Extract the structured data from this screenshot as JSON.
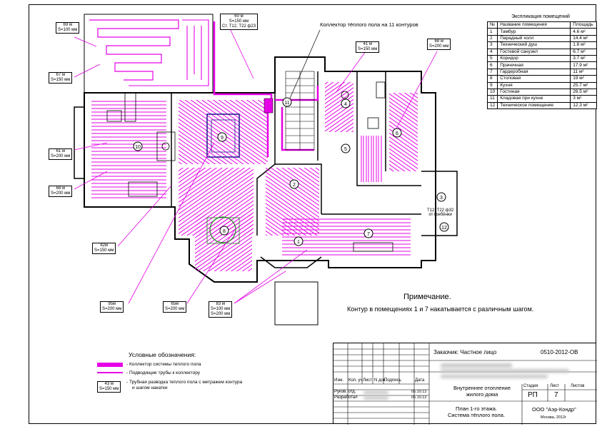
{
  "collector_title": "Коллектор тёплого пола на 11 контуров",
  "contour_labels": [
    {
      "id": "c1",
      "line1": "69 м",
      "line2": "S=100 мм"
    },
    {
      "id": "c2",
      "line1": "67 м",
      "line2": "S=150 мм"
    },
    {
      "id": "c3",
      "line1": "60 м",
      "line2": "S=150 мм"
    },
    {
      "id": "c4",
      "line1": "61 м",
      "line2": "S=200 мм"
    },
    {
      "id": "c5",
      "line1": "68 м",
      "line2": "S=200 мм"
    },
    {
      "id": "c6",
      "line1": "82м",
      "line2": "S=150 мм"
    },
    {
      "id": "c7",
      "line1": "95м",
      "line2": "S=200 мм"
    },
    {
      "id": "c8",
      "line1": "65м",
      "line2": "S=200 мм"
    },
    {
      "id": "c9",
      "line1": "83 м",
      "line2": "S=100 мм",
      "line3": "S=200 мм"
    },
    {
      "id": "c10",
      "line1": "41 м",
      "line2": "S=150 мм"
    },
    {
      "id": "c11",
      "line1": "68 м",
      "line2": "S=200 мм"
    }
  ],
  "pipe_note_1": "Ст. Т12, Т22 ф23",
  "pipe_note_2": "Т12, Т22 ф32",
  "pipe_note_2b": "от гребёнки",
  "room_numbers": [
    "1",
    "2",
    "3",
    "4",
    "5",
    "6",
    "7",
    "8",
    "9",
    "10",
    "11",
    "12"
  ],
  "explication": {
    "title": "Экспликация помещений",
    "headers": [
      "№",
      "Название помещения",
      "Площадь"
    ],
    "rows": [
      [
        "1",
        "Тамбур",
        "4.6 м²"
      ],
      [
        "2",
        "Парадный холл",
        "14.4 м²"
      ],
      [
        "3",
        "Технический душ",
        "1.8 м²"
      ],
      [
        "4",
        "Гостевой санузел",
        "6.7 м²"
      ],
      [
        "5",
        "Коридор",
        "3.7 м²"
      ],
      [
        "6",
        "Прачечная",
        "17.9 м²"
      ],
      [
        "7",
        "Гардеробная",
        "11 м²"
      ],
      [
        "8",
        "Столовая",
        "19 м²"
      ],
      [
        "9",
        "Кухня",
        "25.7 м²"
      ],
      [
        "10",
        "Гостиная",
        "26.5 м²"
      ],
      [
        "11",
        "Кладовая при кухне",
        "3 м²"
      ],
      [
        "12",
        "Техническое помещение",
        "12.3 м²"
      ]
    ]
  },
  "note": {
    "title": "Примечание.",
    "text": "Контур в помещениях 1 и 7 накатывается с различным шагом."
  },
  "legend": {
    "title": "Условные обозначения:",
    "items": [
      "- Коллектор системы теплого пола",
      "- Подводящие трубы к коллектору",
      "- Трубная разводка теплого пола с метражем контура",
      "и шагом накатки"
    ],
    "sample_line1": "43 м",
    "sample_line2": "S=150 мм"
  },
  "stamp": {
    "customer": "Заказчик: Частное лицо",
    "code": "0510-2012-ОВ",
    "cols": [
      "Изм.",
      "Кол. уч",
      "Лист",
      "N док.",
      "Подпись",
      "Дата"
    ],
    "row1": "Руков. отд.",
    "row1_date": "05.10.12",
    "row2": "Разработал",
    "row2_date": "05.10.12",
    "doc_name_1": "Внутреннее отопление",
    "doc_name_2": "жилого дома",
    "stage_h": "Стадия",
    "sheet_h": "Лист",
    "sheets_h": "Листов",
    "stage": "РП",
    "sheet": "7",
    "plan_1": "План 1-го этажа.",
    "plan_2": "Система тёплого пола.",
    "org": "ООО \"Аэр-Кондр\"",
    "city": "Москва, 2012г"
  }
}
